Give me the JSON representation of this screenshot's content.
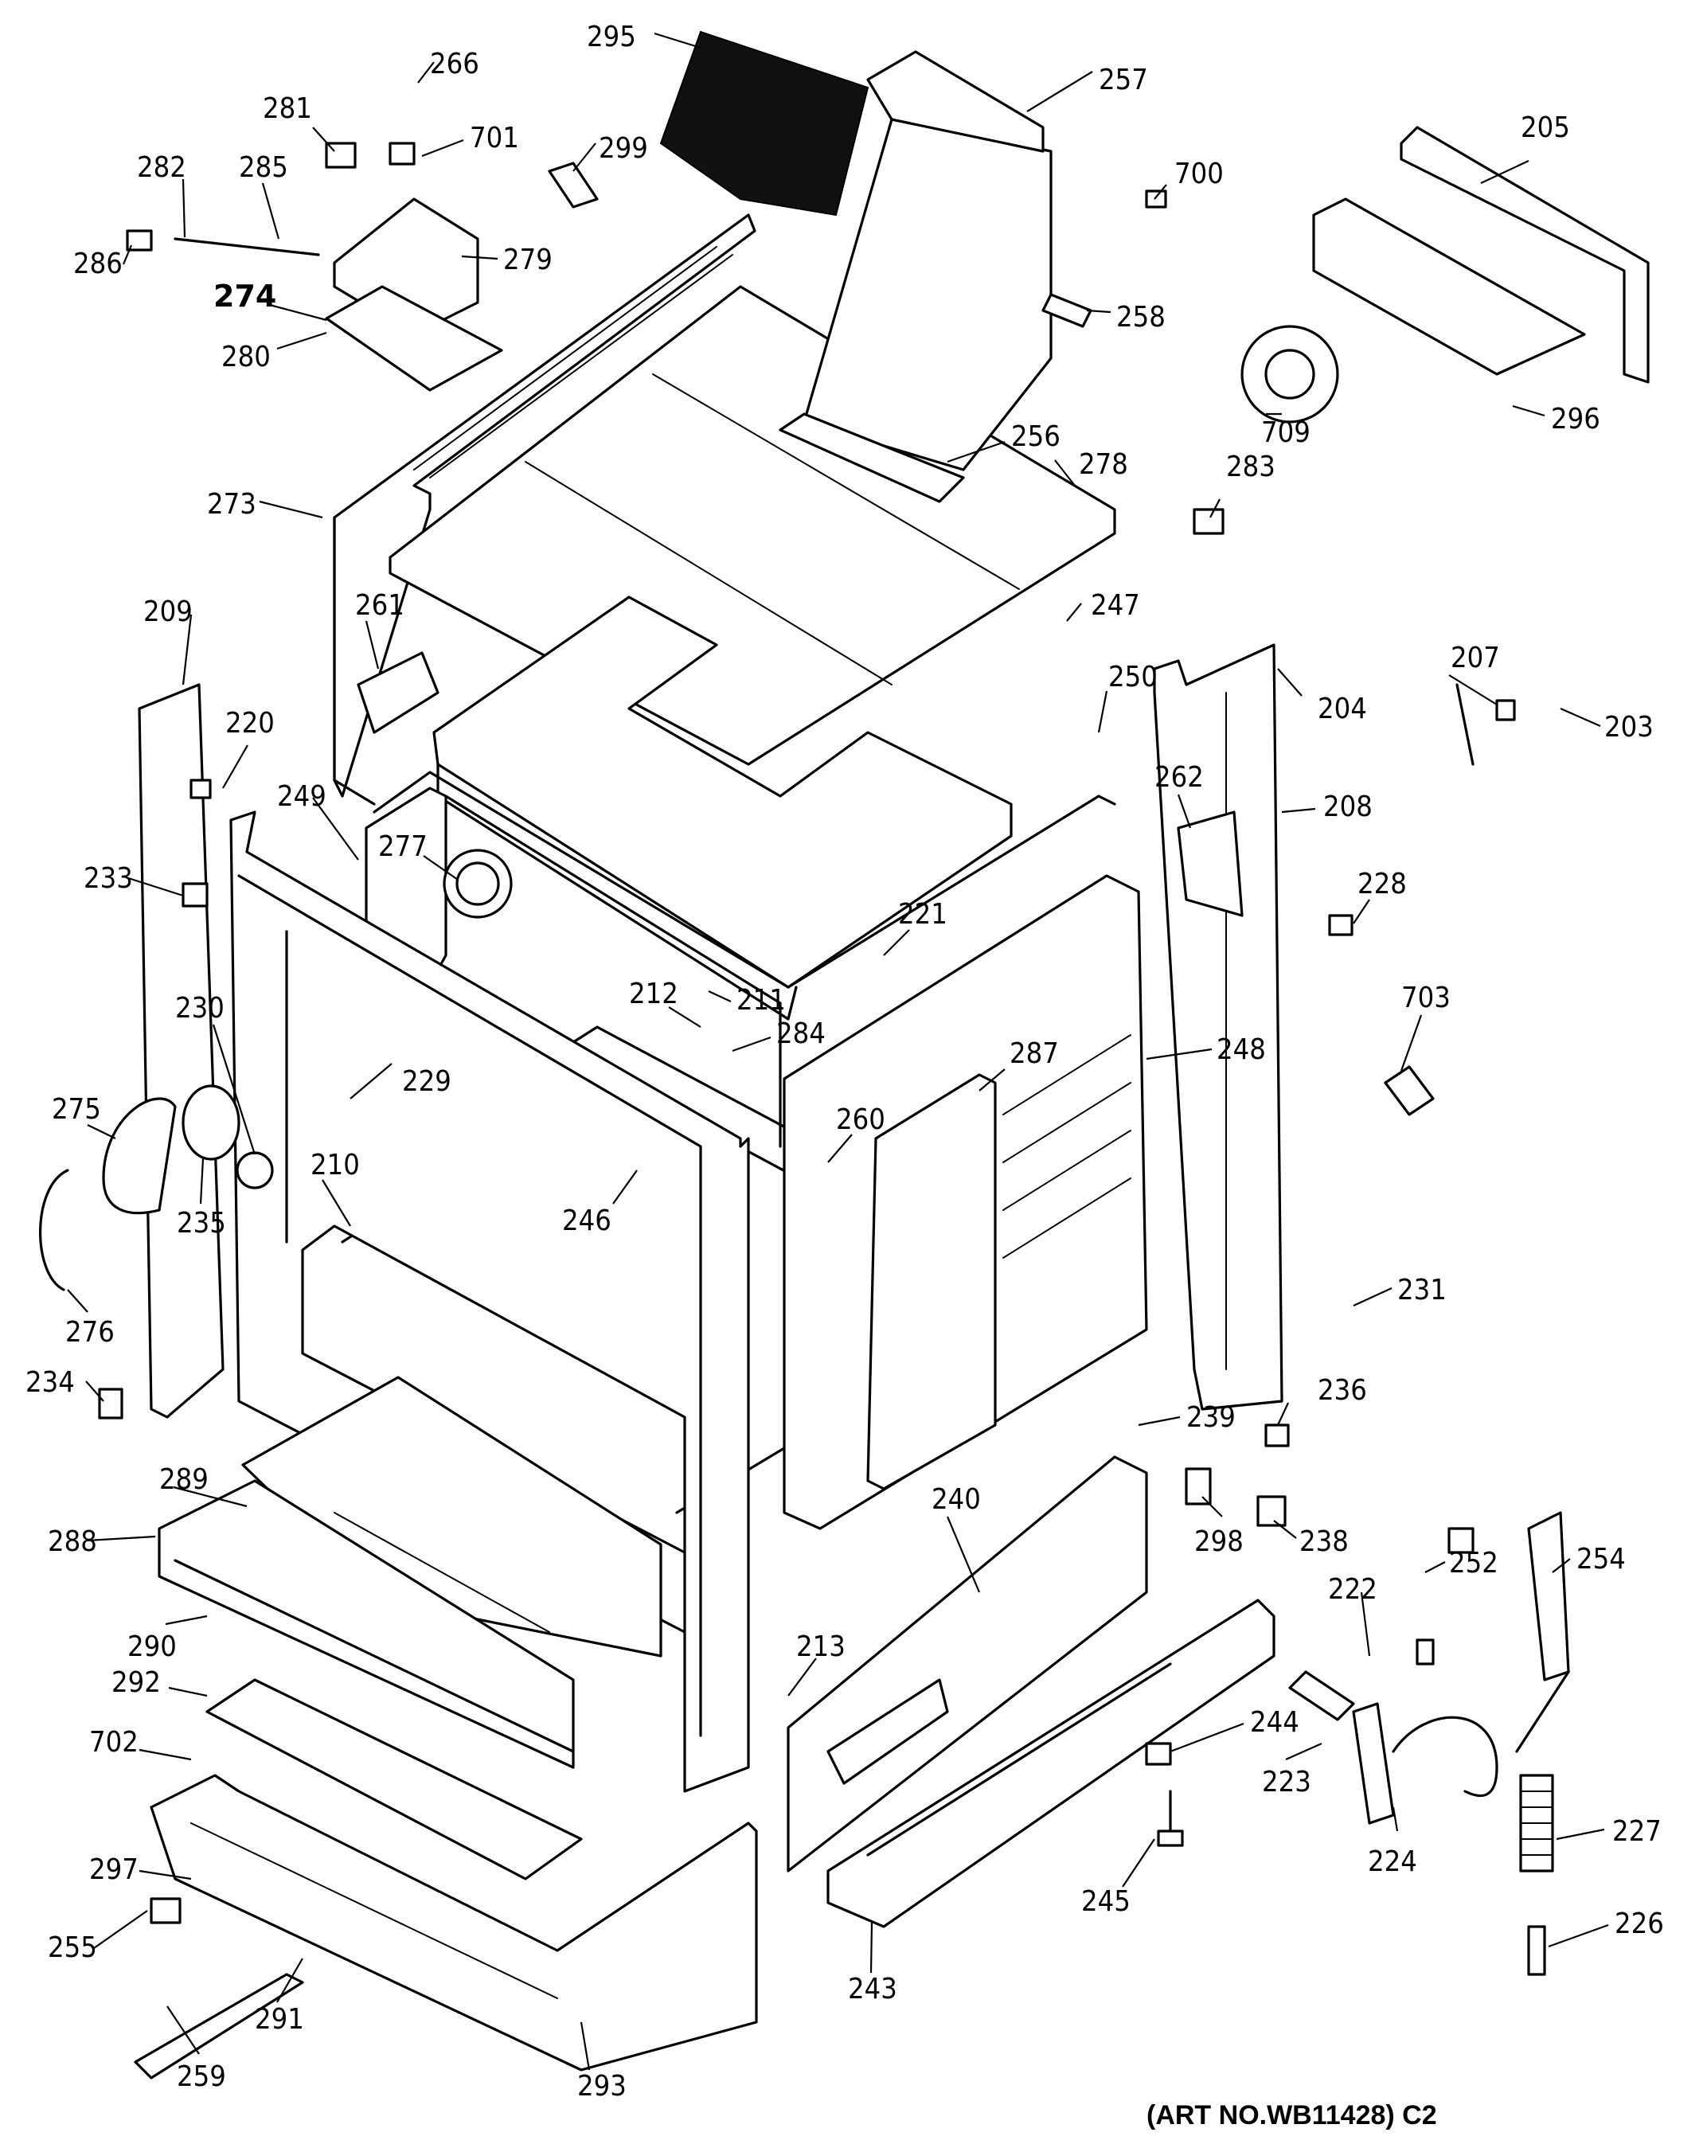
{
  "diagram": {
    "art_number": "(ART NO.WB11428) C2",
    "callouts": {
      "c295": "295",
      "c257": "257",
      "c266": "266",
      "c281": "281",
      "c701": "701",
      "c299": "299",
      "c282": "282",
      "c285": "285",
      "c279": "279",
      "c286": "286",
      "c274": "274",
      "c280": "280",
      "c700": "700",
      "c205": "205",
      "c258": "258",
      "c709": "709",
      "c296": "296",
      "c256": "256",
      "c278": "278",
      "c273": "273",
      "c283": "283",
      "c209": "209",
      "c261": "261",
      "c247": "247",
      "c204": "204",
      "c250": "250",
      "c207": "207",
      "c203": "203",
      "c220": "220",
      "c262": "262",
      "c208": "208",
      "c249": "249",
      "c277": "277",
      "c233": "233",
      "c228": "228",
      "c221": "221",
      "c211": "211",
      "c212": "212",
      "c284": "284",
      "c287": "287",
      "c703": "703",
      "c230": "230",
      "c229": "229",
      "c248": "248",
      "c275": "275",
      "c260": "260",
      "c235": "235",
      "c210": "210",
      "c246": "246",
      "c231": "231",
      "c276": "276",
      "c234": "234",
      "c239": "239",
      "c236": "236",
      "c289": "289",
      "c298": "298",
      "c238": "238",
      "c288": "288",
      "c240": "240",
      "c252": "252",
      "c254": "254",
      "c290": "290",
      "c213": "213",
      "c222": "222",
      "c292": "292",
      "c244": "244",
      "c702": "702",
      "c223": "223",
      "c227": "227",
      "c297": "297",
      "c224": "224",
      "c245": "245",
      "c255": "255",
      "c291": "291",
      "c243": "243",
      "c226": "226",
      "c259": "259",
      "c293": "293"
    }
  }
}
